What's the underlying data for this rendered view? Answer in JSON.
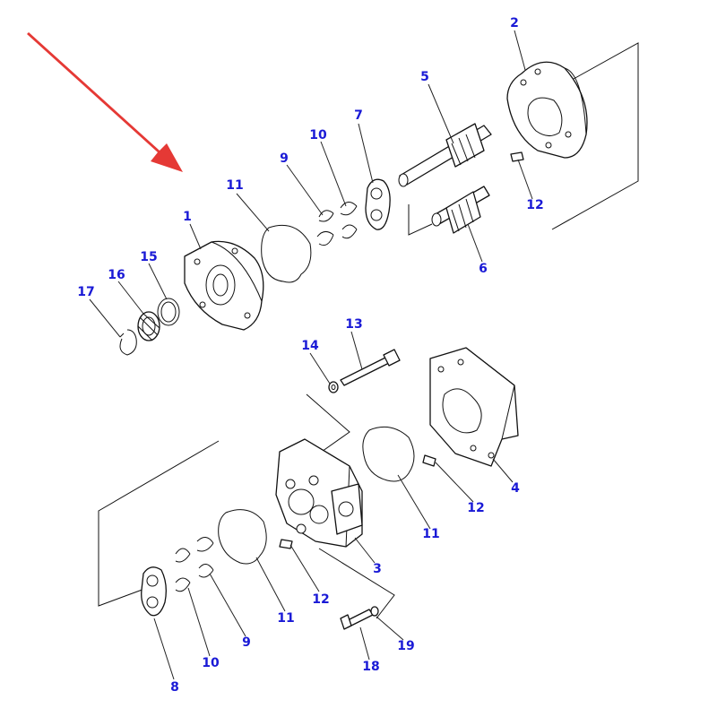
{
  "colors": {
    "label": "#1a1ad6",
    "arrow": "#e53935",
    "line": "#111111"
  },
  "labels": {
    "c1": "1",
    "c2": "2",
    "c3": "3",
    "c4": "4",
    "c5": "5",
    "c6": "6",
    "c7": "7",
    "c8": "8",
    "c9a": "9",
    "c9b": "9",
    "c10a": "10",
    "c10b": "10",
    "c11a": "11",
    "c11b": "11",
    "c11c": "11",
    "c12a": "12",
    "c12b": "12",
    "c12c": "12",
    "c13": "13",
    "c14": "14",
    "c15": "15",
    "c16": "16",
    "c17": "17",
    "c18": "18",
    "c19": "19"
  }
}
